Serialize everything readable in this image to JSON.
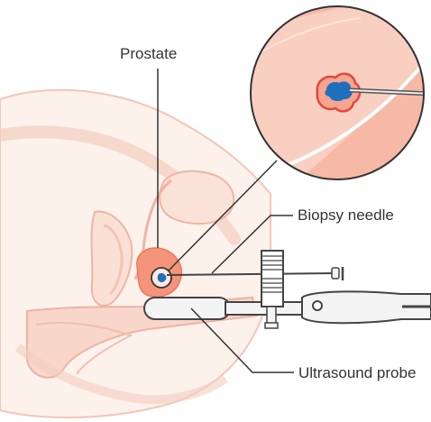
{
  "labels": {
    "prostate": "Prostate",
    "biopsy_needle": "Biopsy needle",
    "ultrasound_probe": "Ultrasound probe"
  },
  "colors": {
    "skin_light": "#fbe9e2",
    "skin_line": "#f2b9a8",
    "tissue": "#f5cdbf",
    "prostate": "#f4947a",
    "tumor_outline": "#e2453a",
    "tumor": "#1f6fbf",
    "instrument_fill": "#f4f4f4",
    "instrument_stroke": "#444444",
    "leader_line": "#333333"
  },
  "icons": [
    "magnifier-circle",
    "tumor-blob",
    "needle-tip"
  ]
}
